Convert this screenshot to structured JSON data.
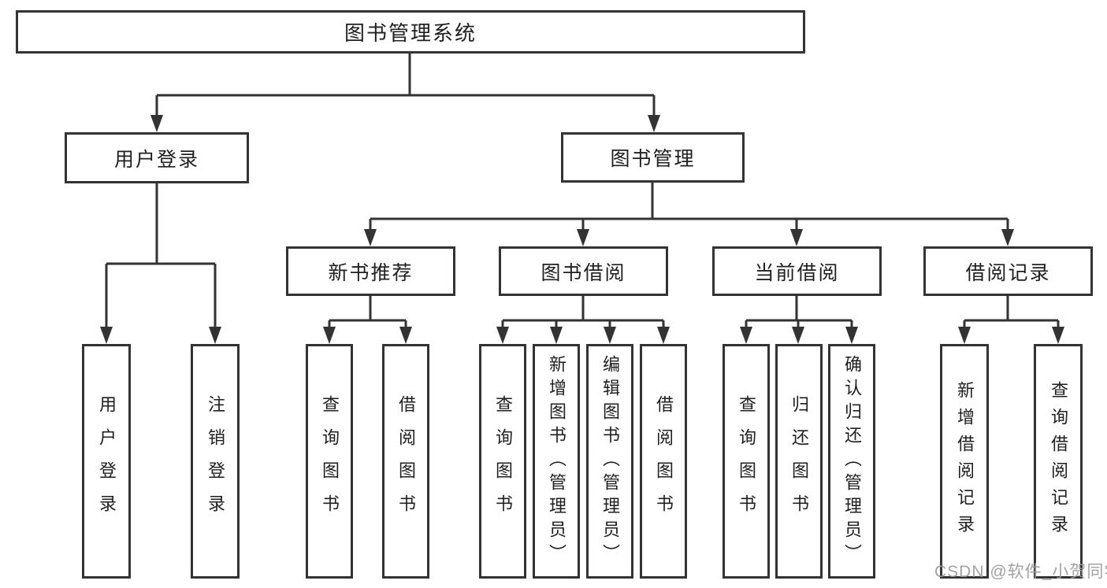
{
  "diagram": {
    "title": "图书管理系统",
    "level2": {
      "user_login": "用户登录",
      "book_mgmt": "图书管理"
    },
    "level3": {
      "new_books": "新书推荐",
      "book_borrow": "图书借阅",
      "current_borrow": "当前借阅",
      "borrow_records": "借阅记录"
    },
    "leaves": {
      "user_login": [
        "用户登录",
        "注销登录"
      ],
      "new_books": [
        "查询图书",
        "借阅图书"
      ],
      "book_borrow": [
        "查询图书",
        "新增图书（管理员）",
        "编辑图书（管理员）",
        "借阅图书"
      ],
      "current_borrow": [
        "查询图书",
        "归还图书",
        "确认归还（管理员）"
      ],
      "borrow_records": [
        "新增借阅记录",
        "查询借阅记录"
      ]
    }
  },
  "watermark": "CSDN @软件_小贺同学",
  "colors": {
    "line": "#333333",
    "text": "#1f1f1f",
    "background": "#ffffff",
    "watermark": "#9b9b9b"
  }
}
